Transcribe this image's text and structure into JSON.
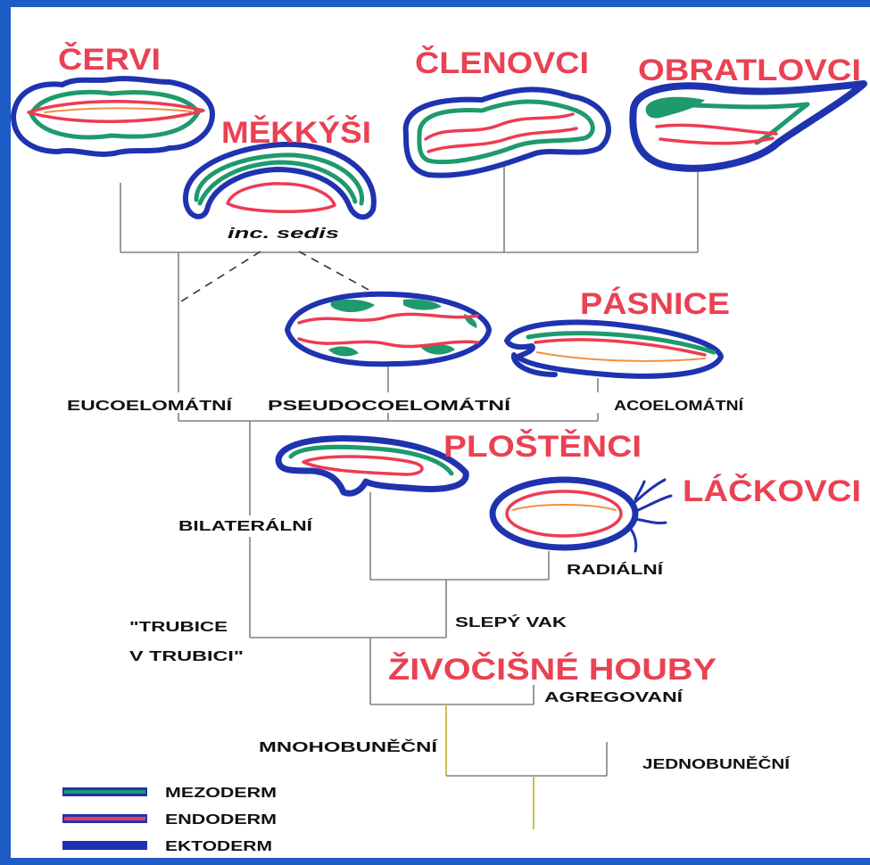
{
  "colors": {
    "frame": "#1d5bc7",
    "panel": "#ffffff",
    "group_label": "#ea4153",
    "tree_line": "#808080",
    "root_line": "#cbbd55"
  },
  "groups": {
    "cervi": "ČERVI",
    "clenovci": "ČLENOVCI",
    "obratlovci": "OBRATLOVCI",
    "mekkysi": "MĚKKÝŠI",
    "pasnice": "PÁSNICE",
    "plostenci": "PLOŠTĚNCI",
    "lackovci": "LÁČKOVCI",
    "houby": "ŽIVOČIŠNÉ HOUBY"
  },
  "branches": {
    "inc_sedis": "inc. sedis",
    "eucoelomatni": "EUCOELOMÁTNÍ",
    "pseudocoelomatni": "PSEUDOCOELOMÁTNÍ",
    "acoelomatni": "ACOELOMÁTNÍ",
    "bilateralni": "BILATERÁLNÍ",
    "radialni": "RADIÁLNÍ",
    "trubice_line1": "\"TRUBICE",
    "trubice_line2": "V TRUBICI\"",
    "slepy_vak": "SLEPÝ VAK",
    "agregovani": "AGREGOVANÍ",
    "mnohobunecni": "MNOHOBUNĚČNÍ",
    "jednobunecni": "JEDNOBUNĚČNÍ"
  },
  "legend": [
    {
      "label": "MEZODERM",
      "color": "#1e9a6c"
    },
    {
      "label": "ENDODERM",
      "color": "#ee3b52"
    },
    {
      "label": "EKTODERM",
      "color": "#1f33b0"
    }
  ]
}
